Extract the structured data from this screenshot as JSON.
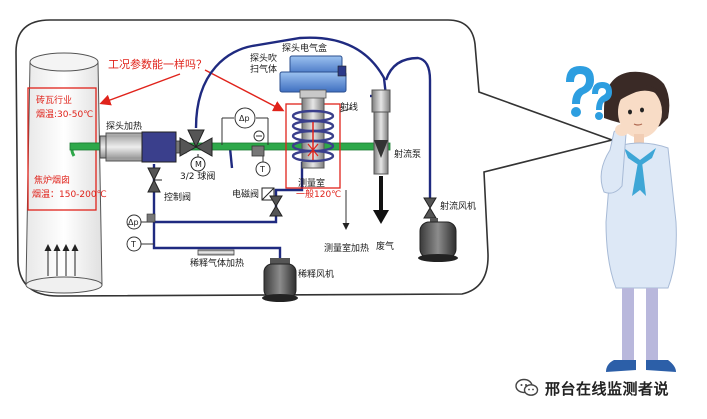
{
  "question": "工况参数能一样吗？",
  "stack": {
    "industry1": "砖瓦行业",
    "temp1": "烟温:30-50℃",
    "industry2": "焦炉烟囱",
    "temp2": "烟温：150-200℃"
  },
  "labels": {
    "probe_heating": "探头加热",
    "probe_blow": "探头吹",
    "purge_gas": "扫气体",
    "probe_box": "探头电气盒",
    "ray": "射线",
    "jet_pump": "射流泵",
    "valve_32": "3/2 球阀",
    "control_valve": "控制阀",
    "solenoid_valve": "电磁阀",
    "measure_room": "测量室",
    "measure_temp": "一般120℃",
    "measure_heating": "测量室加热",
    "exhaust": "废气",
    "jet_fan": "射流风机",
    "dilution_heating": "稀释气体加热",
    "dilution_fan": "稀释风机",
    "dp": "Δp",
    "t": "T",
    "m": "M"
  },
  "watermark": "邢台在线监测者说",
  "colors": {
    "accent_red": "#e0231b",
    "pipe_blue": "#1f2a80",
    "pipe_green": "#2ea84a",
    "unit_blue": "#4a7fcf"
  }
}
